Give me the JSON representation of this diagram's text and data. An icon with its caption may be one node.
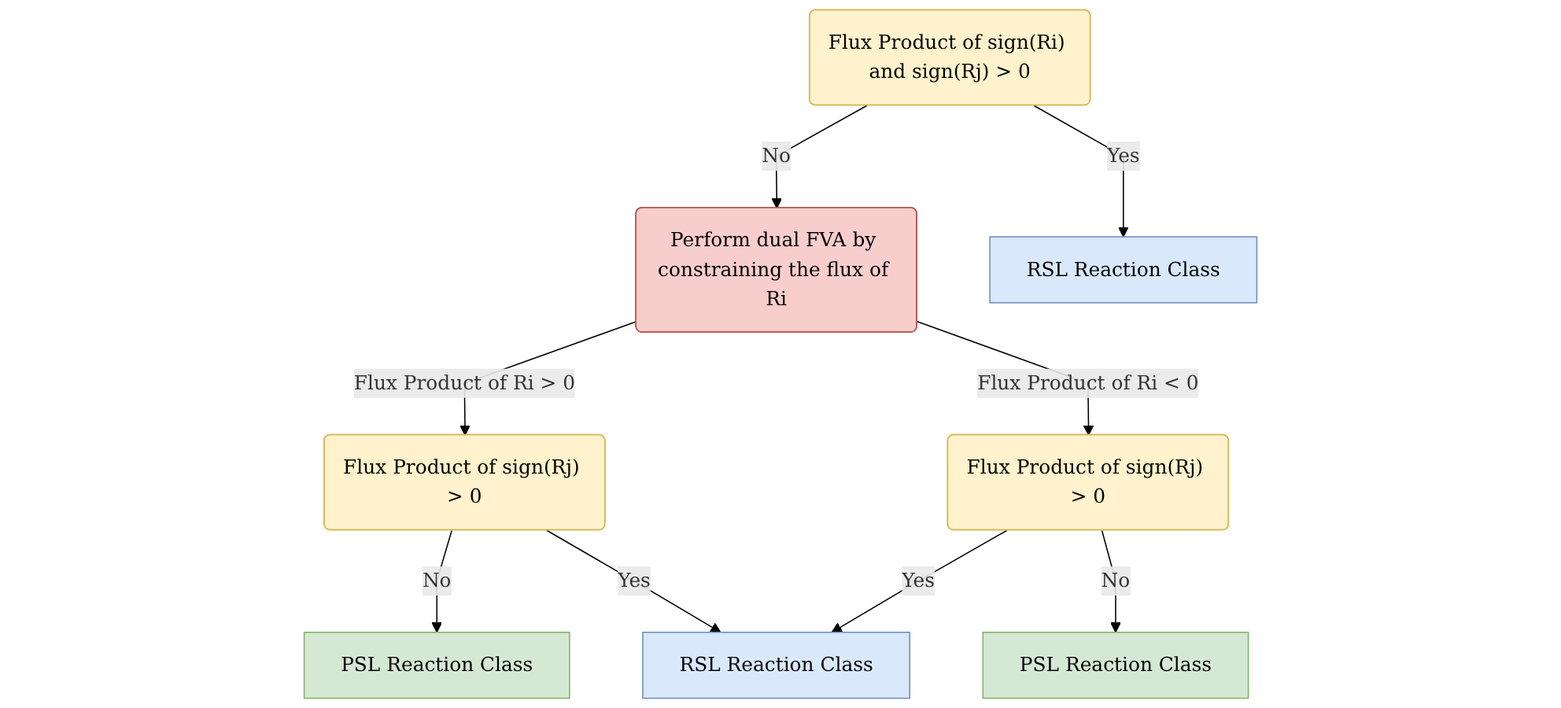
{
  "diagram": {
    "nodes": [
      {
        "text": [
          "Flux Product of sign(Ri) and sign(Rj) > 0"
        ]
      },
      {
        "text": [
          "Perform dual FVA by constraining the flux of Ri"
        ]
      },
      {
        "text": [
          "RSL Reaction Class"
        ]
      },
      {
        "text": [
          "Flux Product of sign(Rj) > 0"
        ]
      },
      {
        "text": [
          "Flux Product of sign(Rj) > 0"
        ]
      },
      {
        "text": [
          "PSL Reaction Class"
        ]
      },
      {
        "text": [
          "RSL Reaction Class"
        ]
      },
      {
        "text": [
          "PSL Reaction Class"
        ]
      }
    ],
    "edges": [
      {
        "from": 0,
        "to": 1,
        "arrow": "to",
        "label": "No"
      },
      {
        "from": 0,
        "to": 2,
        "arrow": "to",
        "label": "Yes"
      },
      {
        "from": 1,
        "to": 3,
        "arrow": "to",
        "label": "Flux Product of Ri > 0"
      },
      {
        "from": 1,
        "to": 4,
        "arrow": "to",
        "label": "Flux Product of Ri < 0"
      },
      {
        "from": 3,
        "to": 5,
        "arrow": "to",
        "label": "No"
      },
      {
        "from": 3,
        "to": 6,
        "arrow": "to",
        "label": "Yes"
      },
      {
        "from": 4,
        "to": 6,
        "arrow": "to",
        "label": "Yes"
      },
      {
        "from": 4,
        "to": 7,
        "arrow": "to",
        "label": "No"
      }
    ]
  }
}
